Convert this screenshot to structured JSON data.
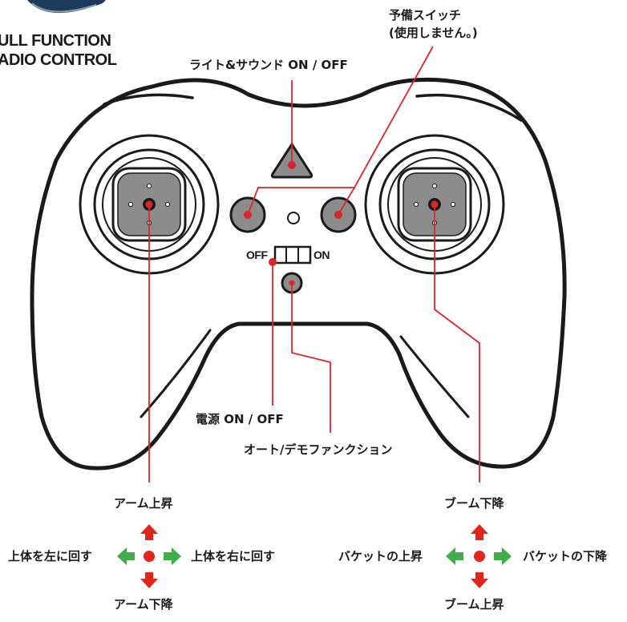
{
  "brand": {
    "line1": "ULL FUNCTION",
    "line2": "ADIO CONTROL"
  },
  "callouts": {
    "light_sound": "ライト&サウンド ON / OFF",
    "spare_switch_line1": "予備スイッチ",
    "spare_switch_line2": "(使用しません。)",
    "power": "電源 ON / OFF",
    "auto_demo": "オート/デモファンクション"
  },
  "power_switch": {
    "off_label": "OFF",
    "on_label": "ON"
  },
  "left_stick": {
    "up": "アーム上昇",
    "down": "アーム下降",
    "left": "上体を左に回す",
    "right": "上体を右に回す"
  },
  "right_stick": {
    "up": "ブーム下降",
    "down": "ブーム上昇",
    "left": "バケットの上昇",
    "right": "バケットの下降"
  },
  "colors": {
    "outline": "#1a1a1a",
    "leader_line": "#d9262b",
    "button_gray": "#8c8c8c",
    "up_down_arrow": "#e2261c",
    "left_right_arrow": "#3fae49",
    "center_dot": "#e2261c",
    "logo_disc": "#1d3a5c"
  }
}
